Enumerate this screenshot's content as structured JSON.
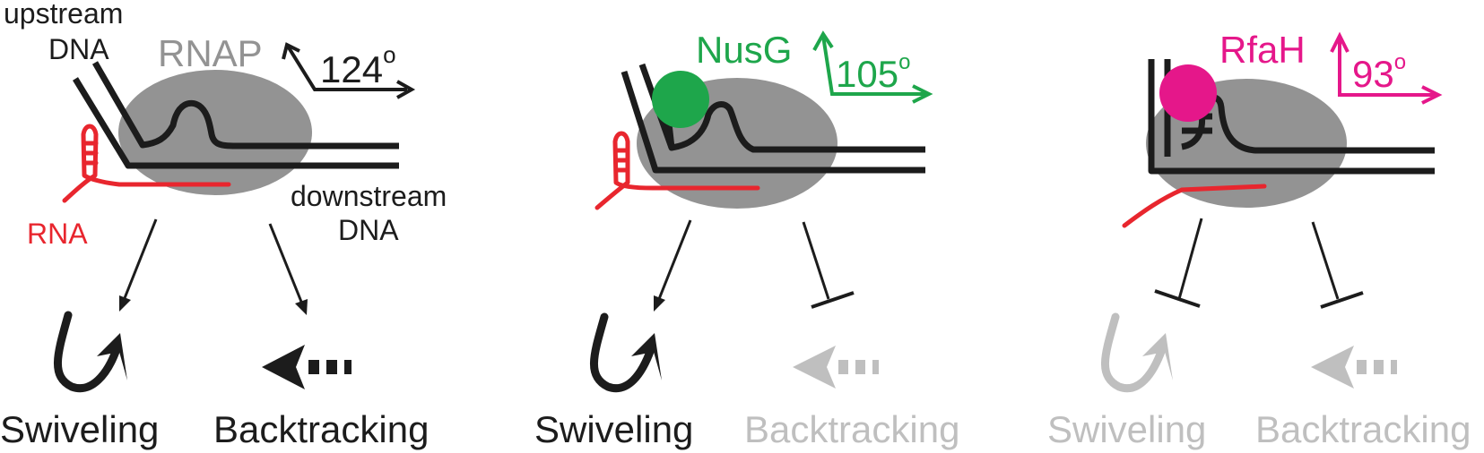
{
  "colors": {
    "dna": "#1c1c1c",
    "rna": "#e8262e",
    "rnap": "#939393",
    "nusg": "#1ea64b",
    "rfah": "#e5178a",
    "inactive": "#bfbfbf",
    "text": "#1c1c1c"
  },
  "labels": {
    "upstream": "upstream",
    "dna": "DNA",
    "rnap": "RNAP",
    "rna": "RNA",
    "downstream": "downstream",
    "nusg": "NusG",
    "rfah": "RfaH"
  },
  "panels": [
    {
      "angle": "124",
      "angle_unit": "o",
      "swiveling": "Swiveling",
      "backtracking": "Backtracking",
      "swiveling_active": true,
      "backtracking_active": true
    },
    {
      "factor": "NusG",
      "angle": "105",
      "angle_unit": "o",
      "swiveling": "Swiveling",
      "backtracking": "Backtracking",
      "swiveling_active": true,
      "backtracking_active": false
    },
    {
      "factor": "RfaH",
      "angle": "93",
      "angle_unit": "o",
      "swiveling": "Swiveling",
      "backtracking": "Backtracking",
      "swiveling_active": false,
      "backtracking_active": false
    }
  ]
}
